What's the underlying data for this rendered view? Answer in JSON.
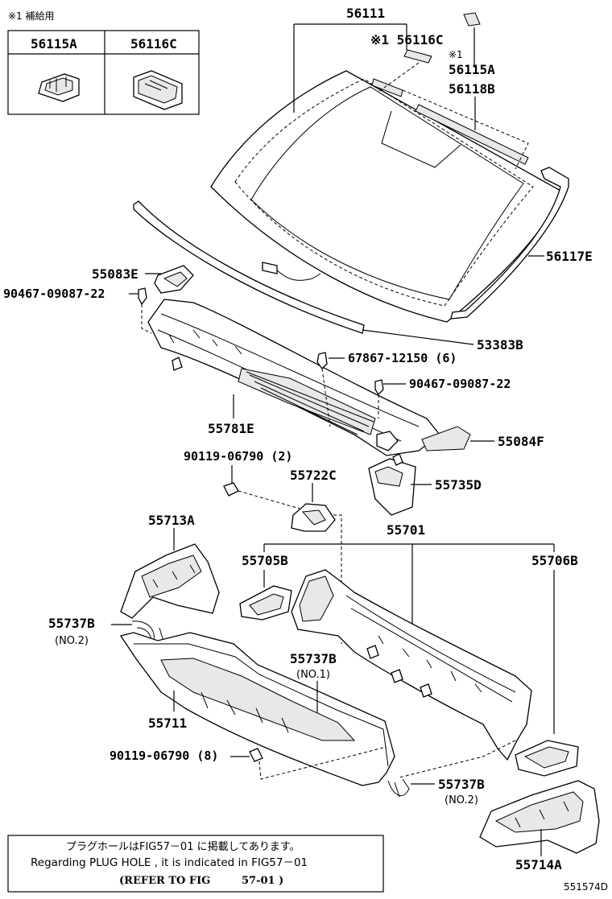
{
  "supply_note": "※1 補給用",
  "inset": {
    "headers": [
      "56115A",
      "56116C"
    ]
  },
  "parts": {
    "p56111": "56111",
    "p56116C": "※1 56116C",
    "p56115A_mark": "※1",
    "p56115A": "56115A",
    "p56118B": "56118B",
    "p56117E": "56117E",
    "p55083E": "55083E",
    "p90467_a": "90467-09087-22",
    "p53383B": "53383B",
    "p67867": "67867-12150 (6)",
    "p90467_b": "90467-09087-22",
    "p55781E": "55781E",
    "p55084F": "55084F",
    "p90119_2": "90119-06790 (2)",
    "p55722C": "55722C",
    "p55735D": "55735D",
    "p55713A": "55713A",
    "p55701": "55701",
    "p55705B": "55705B",
    "p55706B": "55706B",
    "p55737B_a": "55737B",
    "p55737B_a_sub": "(NO.2)",
    "p55737B_b": "55737B",
    "p55737B_b_sub": "(NO.1)",
    "p55711": "55711",
    "p90119_8": "90119-06790 (8)",
    "p55737B_c": "55737B",
    "p55737B_c_sub": "(NO.2)",
    "p55714A": "55714A"
  },
  "note": {
    "jp": "プラグホールはFIG57－01 に掲載してあります。",
    "en": "Regarding PLUG HOLE , it is indicated in FIG57－01",
    "ref_a": "(REFER TO FIG",
    "ref_b": "57-01 )"
  },
  "figure_id": "551574D"
}
